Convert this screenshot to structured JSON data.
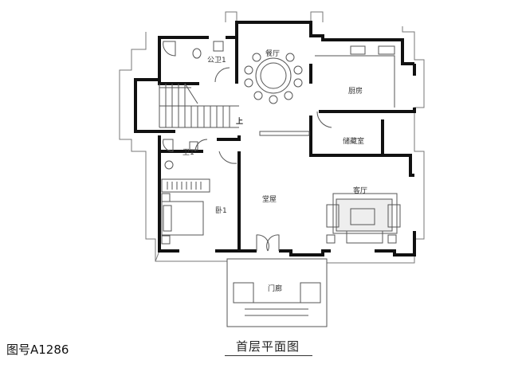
{
  "plan": {
    "title": "首层平面图",
    "drawing_number": "图号A1286",
    "rooms": {
      "dining": "餐厅",
      "public_bath": "公卫1",
      "kitchen": "厨房",
      "storage": "储藏室",
      "bath": "卫1",
      "bedroom": "卧1",
      "hall": "堂屋",
      "living": "客厅",
      "porch": "门廊",
      "stair_up": "上"
    }
  }
}
